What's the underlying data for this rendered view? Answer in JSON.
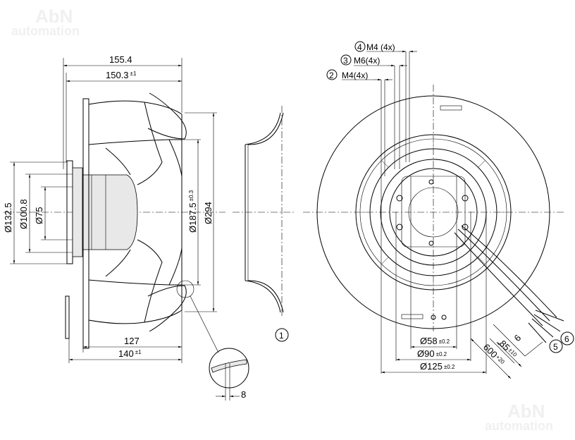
{
  "watermark": {
    "line1": "AbN",
    "line2": "automation"
  },
  "side_view": {
    "overall_length": "155.4",
    "housing_length": "150.3",
    "housing_length_tol": "±1",
    "dia_132": "Ø132.5",
    "dia_100": "Ø100.8",
    "dia_75": "Ø75",
    "dia_187": "Ø187.5",
    "dia_187_tol": "±0.3",
    "dia_294": "Ø294",
    "len_127": "127",
    "len_140": "140",
    "len_140_tol": "±1",
    "detail_thickness": "8"
  },
  "inlet_ring": {
    "callout": "1"
  },
  "front_view": {
    "screws": [
      {
        "callout": "4",
        "label": "M4 (4x)"
      },
      {
        "callout": "3",
        "label": "M6(4x)"
      },
      {
        "callout": "2",
        "label": "M4(4x)"
      }
    ],
    "dia_58": "Ø58",
    "dia_58_tol": "±0.2",
    "dia_90": "Ø90",
    "dia_90_tol": "±0.2",
    "dia_125": "Ø125",
    "dia_125_tol": "±0.2",
    "cable_strip": "6",
    "cable_sleeve": "85",
    "cable_sleeve_tol": "±10",
    "cable_length": "600",
    "cable_length_tol": "+20",
    "callout_cable": "5",
    "callout_wires": "6"
  }
}
